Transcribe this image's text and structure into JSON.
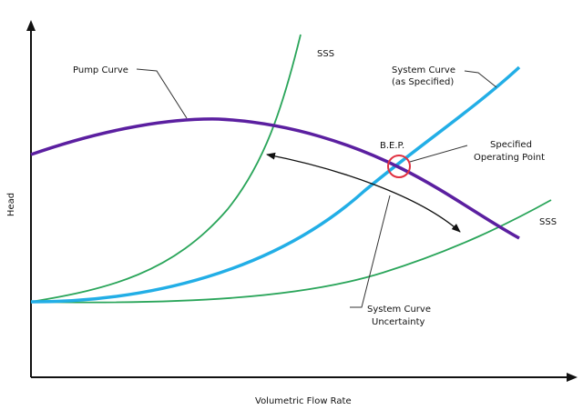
{
  "axes": {
    "x_label": "Volumetric Flow Rate",
    "y_label": "Head"
  },
  "labels": {
    "pump_curve": "Pump Curve",
    "system_curve": [
      "System Curve",
      "(as Specified)"
    ],
    "sss_top": "SSS",
    "sss_right": "SSS",
    "bep": "B.E.P.",
    "operating_point": [
      "Specified",
      "Operating Point"
    ],
    "uncertainty": [
      "System Curve",
      "Uncertainty"
    ]
  },
  "colors": {
    "pump_curve": "#5b1fa0",
    "system_curve": "#22aee6",
    "sss_curves": "#2aa55a",
    "operating_point_marker": "#e03040",
    "axes": "#111111",
    "leaders": "#333333"
  }
}
